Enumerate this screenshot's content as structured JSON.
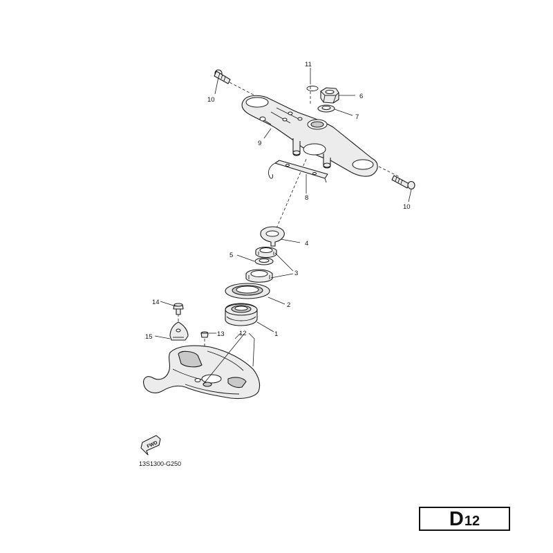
{
  "callouts": {
    "c1": "1",
    "c2": "2",
    "c3": "3",
    "c4": "4",
    "c5": "5",
    "c6": "6",
    "c7": "7",
    "c8": "8",
    "c9": "9",
    "c10a": "10",
    "c10b": "10",
    "c11": "11",
    "c12": "12",
    "c13": "13",
    "c14": "14",
    "c15": "15"
  },
  "fwd_label": "FWD",
  "diagram_code": "13S1300-G250",
  "page_ref": {
    "letter": "D",
    "number": "12"
  }
}
